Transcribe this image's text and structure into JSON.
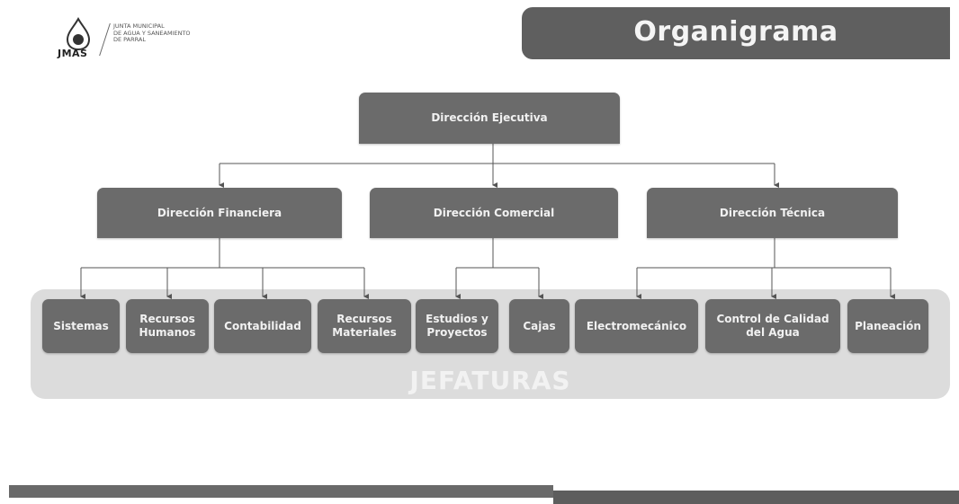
{
  "logo": {
    "acronym": "JMAS",
    "org_lines": [
      "JUNTA MUNICIPAL",
      "DE AGUA Y SANEAMIENTO",
      "DE PARRAL"
    ]
  },
  "header": {
    "title": "Organigrama"
  },
  "org": {
    "executive": "Dirección Ejecutiva",
    "directions": [
      "Dirección Financiera",
      "Dirección Comercial",
      "Dirección Técnica"
    ],
    "units": [
      "Sistemas",
      "Recursos Humanos",
      "Contabilidad",
      "Recursos Materiales",
      "Estudios y Proyectos",
      "Cajas",
      "Electromecánico",
      "Control de Calidad del Agua",
      "Planeación"
    ],
    "group_label": "JEFATURAS"
  },
  "colors": {
    "box": "#6b6b6b",
    "title_bar": "#5f5f5f",
    "band": "#dcdcdc",
    "connector": "#555555"
  }
}
